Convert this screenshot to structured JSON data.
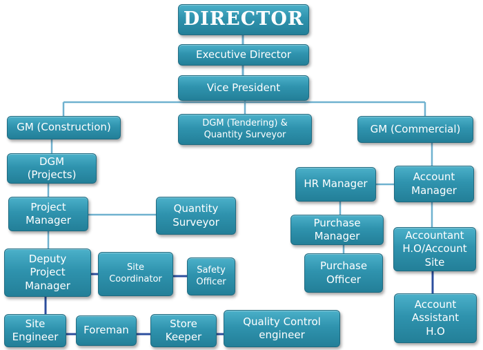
{
  "nodes": {
    "director": "DIRECTOR",
    "executive_director": "Executive Director",
    "vice_president": "Vice President",
    "gm_construction": "GM (Construction)",
    "dgm_tendering": "DGM (Tendering) &\nQuantity Surveyor",
    "gm_commercial": "GM (Commercial)",
    "dgm_projects": "DGM\n(Projects)",
    "project_manager": "Project\nManager",
    "quantity_surveyor": "Quantity\nSurveyor",
    "deputy_project_manager": "Deputy\nProject\nManager",
    "site_coordinator": "Site\nCoordinator",
    "safety_officer": "Safety\nOfficer",
    "site_engineer": "Site\nEngineer",
    "foreman": "Foreman",
    "store_keeper": "Store\nKeeper",
    "quality_control_engineer": "Quality Control\nengineer",
    "hr_manager": "HR Manager",
    "account_manager": "Account\nManager",
    "purchase_manager": "Purchase\nManager",
    "purchase_officer": "Purchase\nOfficer",
    "accountant": "Accountant\nH.O/Account\nSite",
    "account_assistant": "Account\nAssistant\nH.O"
  },
  "colors": {
    "box_fill_top": "#4bb0c9",
    "box_fill_bottom": "#237f98",
    "connector": "#6fb1cf",
    "connector_dark": "#2c4f9e"
  }
}
